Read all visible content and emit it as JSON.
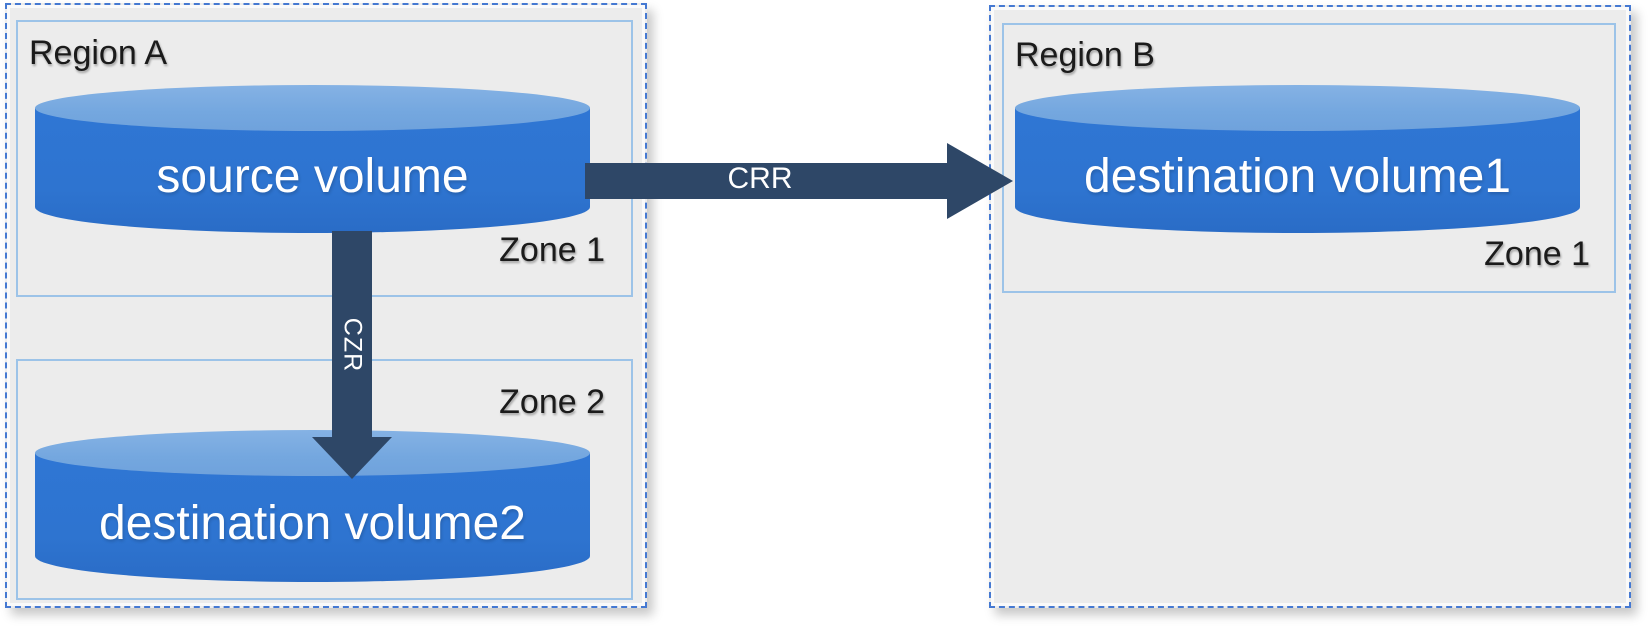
{
  "diagram": {
    "regions": [
      {
        "label": "Region A",
        "zones": [
          {
            "label": "Zone 1"
          },
          {
            "label": "Zone 2"
          }
        ]
      },
      {
        "label": "Region B",
        "zones": [
          {
            "label": "Zone 1"
          }
        ]
      }
    ],
    "volumes": {
      "source": {
        "label": "source volume",
        "location": "Region A / Zone 1"
      },
      "destination1": {
        "label": "destination volume1",
        "location": "Region B / Zone 1"
      },
      "destination2": {
        "label": "destination volume2",
        "location": "Region A / Zone 2"
      }
    },
    "arrows": [
      {
        "label": "CRR",
        "from": "source volume",
        "to": "destination volume1",
        "direction": "left-to-right"
      },
      {
        "label": "CZR",
        "from": "source volume",
        "to": "destination volume2",
        "direction": "top-to-bottom"
      }
    ],
    "colors": {
      "cylinder_body": "#2e74d0",
      "cylinder_top": "#74a7df",
      "arrow": "#2e4767",
      "region_border": "#4579d2",
      "zone_border": "#9cc3e8",
      "region_background": "#ececec",
      "label_text": "#1b1b1b",
      "volume_text": "#ffffff"
    }
  }
}
